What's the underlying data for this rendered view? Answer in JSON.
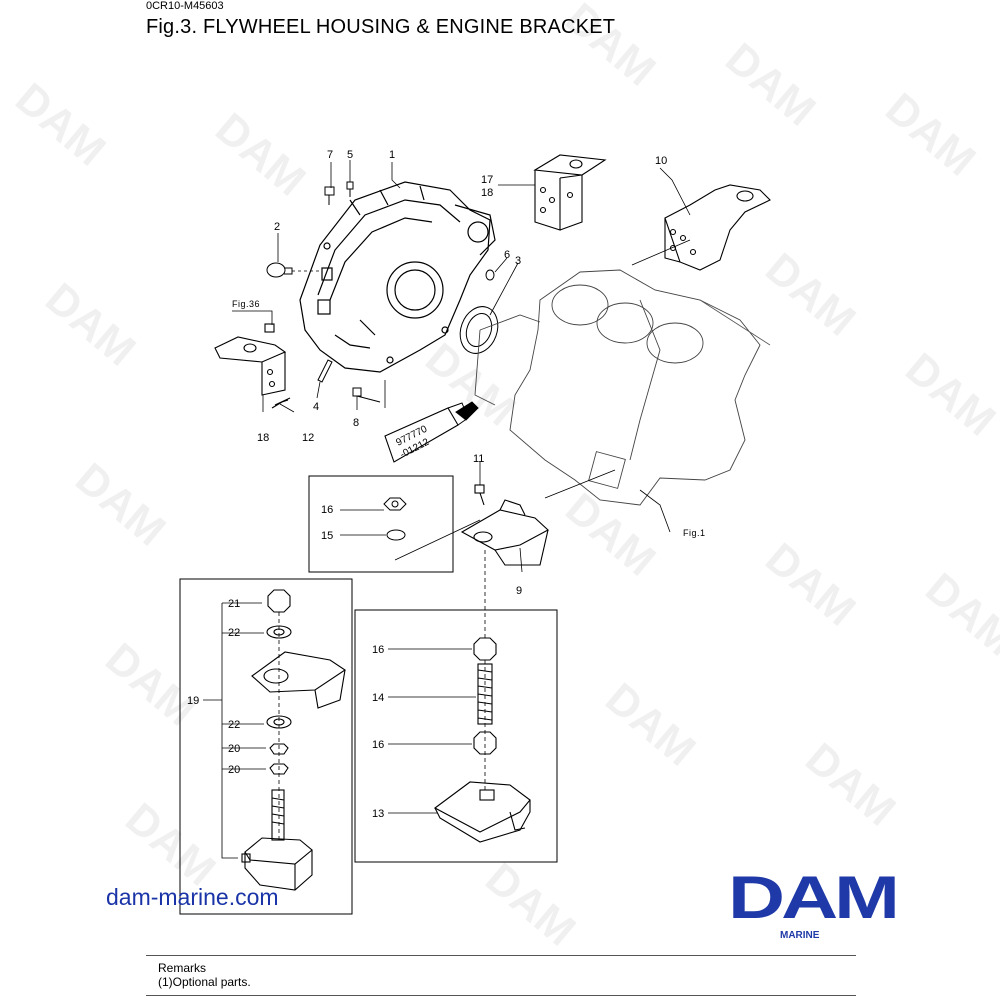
{
  "header": {
    "doc_code": "0CR10-M45603",
    "figure_title": "Fig.3.  FLYWHEEL HOUSING & ENGINE BRACKET"
  },
  "callouts": {
    "c7": "7",
    "c5": "5",
    "c1": "1",
    "c17": "17",
    "c18a": "18",
    "c10": "10",
    "c2": "2",
    "c6": "6",
    "c3": "3",
    "c4": "4",
    "c8": "8",
    "c18b": "18",
    "c12": "12",
    "c11": "11",
    "c16a": "16",
    "c15": "15",
    "c9": "9",
    "c21": "21",
    "c22a": "22",
    "c19": "19",
    "c22b": "22",
    "c20a": "20",
    "c20b": "20",
    "c16b": "16",
    "c14": "14",
    "c16c": "16",
    "c13": "13"
  },
  "references": {
    "fig36": "Fig.36",
    "fig1": "Fig.1",
    "tube_text_1": "977770",
    "tube_text_2": "-01212"
  },
  "footer": {
    "site": "dam-marine.com",
    "logo_text": "DAM",
    "logo_sub": "MARINE",
    "remarks_title": "Remarks",
    "remarks_note": "(1)Optional parts."
  },
  "watermark": {
    "text": "DAM"
  },
  "colors": {
    "logo_blue": "#1f3aa8",
    "link_blue": "#1a34a8"
  }
}
